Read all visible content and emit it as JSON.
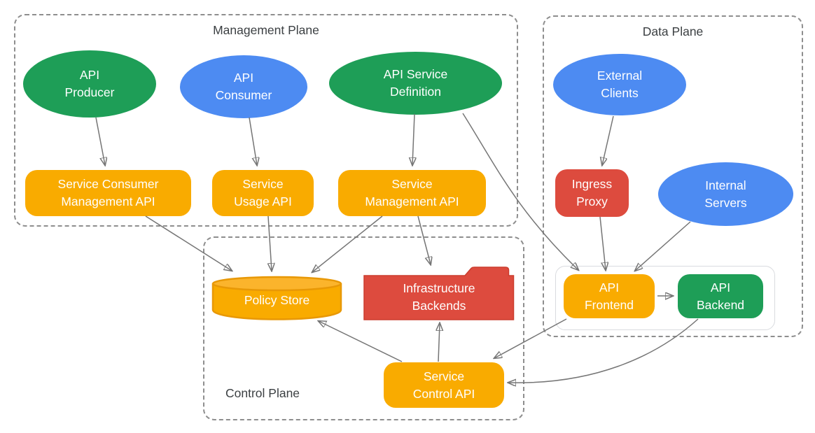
{
  "planes": {
    "management": {
      "title": "Management Plane"
    },
    "data_plane": {
      "title": "Data Plane"
    },
    "control": {
      "title": "Control Plane"
    }
  },
  "nodes": {
    "api_producer": {
      "label": "API\nProducer",
      "shape": "ellipse",
      "color": "green"
    },
    "api_consumer": {
      "label": "API\nConsumer",
      "shape": "ellipse",
      "color": "blue"
    },
    "api_service_definition": {
      "label": "API Service\nDefinition",
      "shape": "ellipse",
      "color": "green"
    },
    "service_consumer_management_api": {
      "label": "Service Consumer\nManagement API",
      "shape": "rounded-rect",
      "color": "orange"
    },
    "service_usage_api": {
      "label": "Service\nUsage API",
      "shape": "rounded-rect",
      "color": "orange"
    },
    "service_management_api": {
      "label": "Service\nManagement API",
      "shape": "rounded-rect",
      "color": "orange"
    },
    "external_clients": {
      "label": "External\nClients",
      "shape": "ellipse",
      "color": "blue"
    },
    "ingress_proxy": {
      "label": "Ingress\nProxy",
      "shape": "rounded-rect",
      "color": "red"
    },
    "internal_servers": {
      "label": "Internal\nServers",
      "shape": "ellipse",
      "color": "blue"
    },
    "api_frontend": {
      "label": "API\nFrontend",
      "shape": "rounded-rect",
      "color": "orange"
    },
    "api_backend": {
      "label": "API\nBackend",
      "shape": "rounded-rect",
      "color": "green"
    },
    "policy_store": {
      "label": "Policy Store",
      "shape": "cylinder",
      "color": "orange"
    },
    "infrastructure_backends": {
      "label": "Infrastructure\nBackends",
      "shape": "folder",
      "color": "red"
    },
    "service_control_api": {
      "label": "Service\nControl API",
      "shape": "rounded-rect",
      "color": "orange"
    }
  },
  "edges": [
    {
      "from": "api_producer",
      "to": "service_consumer_management_api"
    },
    {
      "from": "api_consumer",
      "to": "service_usage_api"
    },
    {
      "from": "api_service_definition",
      "to": "service_management_api"
    },
    {
      "from": "api_service_definition",
      "to": "api_frontend"
    },
    {
      "from": "external_clients",
      "to": "ingress_proxy"
    },
    {
      "from": "ingress_proxy",
      "to": "api_frontend"
    },
    {
      "from": "internal_servers",
      "to": "api_frontend"
    },
    {
      "from": "api_frontend",
      "to": "api_backend"
    },
    {
      "from": "service_consumer_management_api",
      "to": "policy_store"
    },
    {
      "from": "service_usage_api",
      "to": "policy_store"
    },
    {
      "from": "service_management_api",
      "to": "policy_store"
    },
    {
      "from": "service_management_api",
      "to": "infrastructure_backends"
    },
    {
      "from": "service_control_api",
      "to": "policy_store"
    },
    {
      "from": "service_control_api",
      "to": "infrastructure_backends"
    },
    {
      "from": "api_frontend",
      "to": "service_control_api"
    },
    {
      "from": "api_backend",
      "to": "service_control_api"
    }
  ],
  "colors": {
    "green": "#1e9e57",
    "blue": "#4d8bf2",
    "orange": "#f9ab00",
    "orange_top": "#fbb42c",
    "orange_stroke": "#e89806",
    "red": "#dd4b3e",
    "red_stroke": "#cb3d2e",
    "arrow": "#757575",
    "plane_border": "#8e8e8e",
    "plane_title_text": "#3c4043",
    "group_border": "#d9dbdf",
    "node_text": "#ffffff"
  }
}
